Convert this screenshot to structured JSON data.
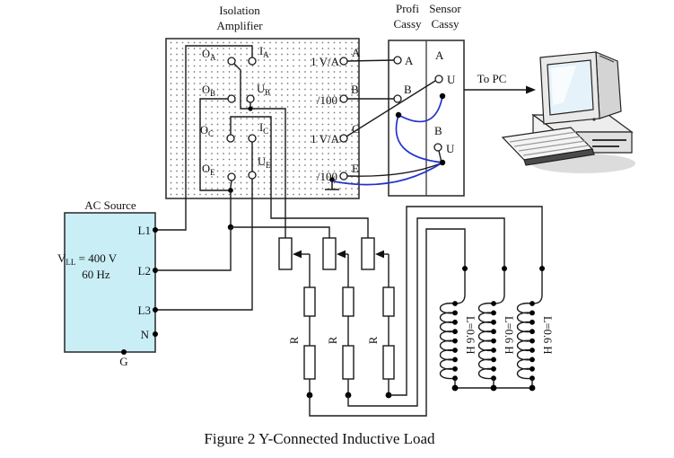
{
  "figure_caption": "Figure 2 Y-Connected Inductive Load",
  "amplifier": {
    "title1": "Isolation",
    "title2": "Amplifier",
    "in": {
      "oa": {
        "m": "O",
        "s": "A"
      },
      "ia": {
        "m": "I",
        "s": "A"
      },
      "ob": {
        "m": "O",
        "s": "B"
      },
      "ub": {
        "m": "U",
        "s": "B"
      },
      "oc": {
        "m": "O",
        "s": "C"
      },
      "ic": {
        "m": "I",
        "s": "C"
      },
      "oe": {
        "m": "O",
        "s": "E"
      },
      "ue": {
        "m": "U",
        "s": "E"
      }
    },
    "gains": {
      "a": "1 V/A",
      "b": "/100",
      "c": "1 V/A",
      "e": "/100"
    },
    "outs": {
      "a": "A",
      "b": "B",
      "c": "C",
      "e": "E"
    }
  },
  "cassy": {
    "h1a": "Profi",
    "h1b": "Sensor",
    "h2a": "Cassy",
    "h2b": "Cassy",
    "profi_a": "A",
    "profi_b": "B",
    "sensor_a": "A",
    "sensor_u1": "U",
    "sensor_b": "B",
    "sensor_u2": "U"
  },
  "to_pc": "To PC",
  "ac": {
    "title": "AC Source",
    "v_m": "V",
    "v_s": "LL",
    "v_rest": " = 400 V",
    "freq": "60 Hz",
    "l1": "L1",
    "l2": "L2",
    "l3": "L3",
    "n": "N",
    "g": "G"
  },
  "load": {
    "r1": "R",
    "r2": "R",
    "r3": "R",
    "l1_val": "L=0.6 H",
    "l2_val": "L=0.6 H",
    "l3_val": "L=0.6 H"
  },
  "colors": {
    "ac_fill": "#c9eef6",
    "blue_wire": "#2233cc",
    "inductor_label": "#4646a8"
  }
}
